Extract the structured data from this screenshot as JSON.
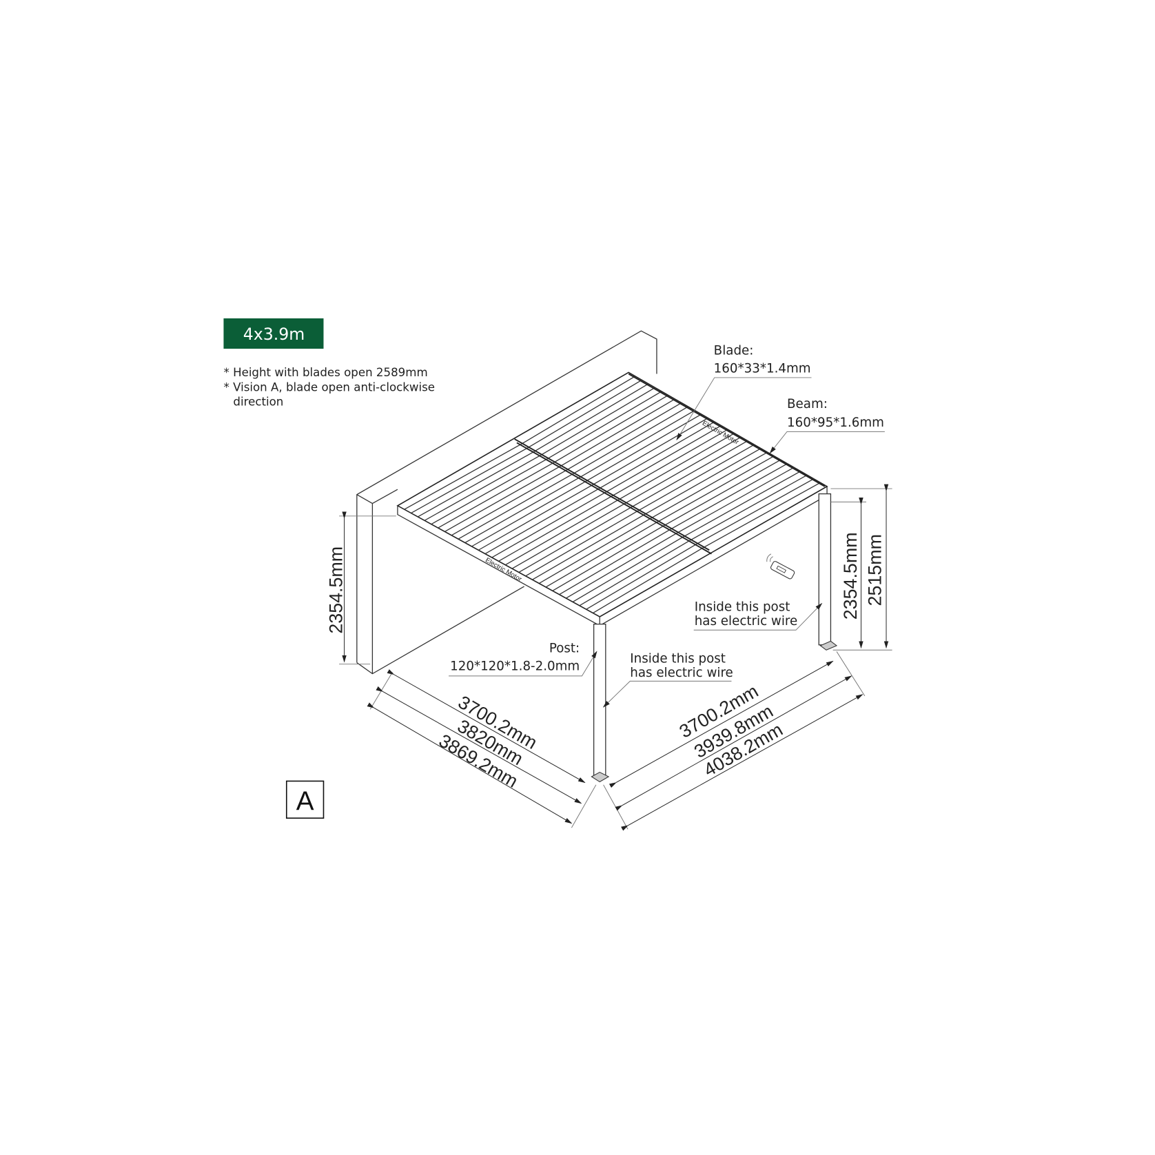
{
  "size_badge": {
    "label": "4x3.9m",
    "color": "#0b5e37"
  },
  "notes": [
    "* Height with blades open 2589mm",
    "* Vision A, blade open anti-clockwise",
    "direction"
  ],
  "callouts": {
    "blade": {
      "title": "Blade:",
      "spec": "160*33*1.4mm"
    },
    "beam": {
      "title": "Beam:",
      "spec": "160*95*1.6mm"
    },
    "post": {
      "title": "Post:",
      "spec": "120*120*1.8-2.0mm"
    },
    "wire_front": {
      "line1": "Inside this post",
      "line2": "has electric wire"
    },
    "wire_right": {
      "line1": "Inside this post",
      "line2": "has electric wire"
    }
  },
  "motor_labels": [
    "Electric Motor",
    "Electric Motor"
  ],
  "dimensions": {
    "left_height": "2354.5mm",
    "right_height_inner": "2354.5mm",
    "right_height_outer": "2515mm",
    "left_depth": [
      "3700.2mm",
      "3820mm",
      "3869.2mm"
    ],
    "right_width": [
      "3700.2mm",
      "3939.8mm",
      "4038.2mm"
    ]
  },
  "view_label": "A",
  "icons": {
    "remote": "remote-control-icon"
  }
}
